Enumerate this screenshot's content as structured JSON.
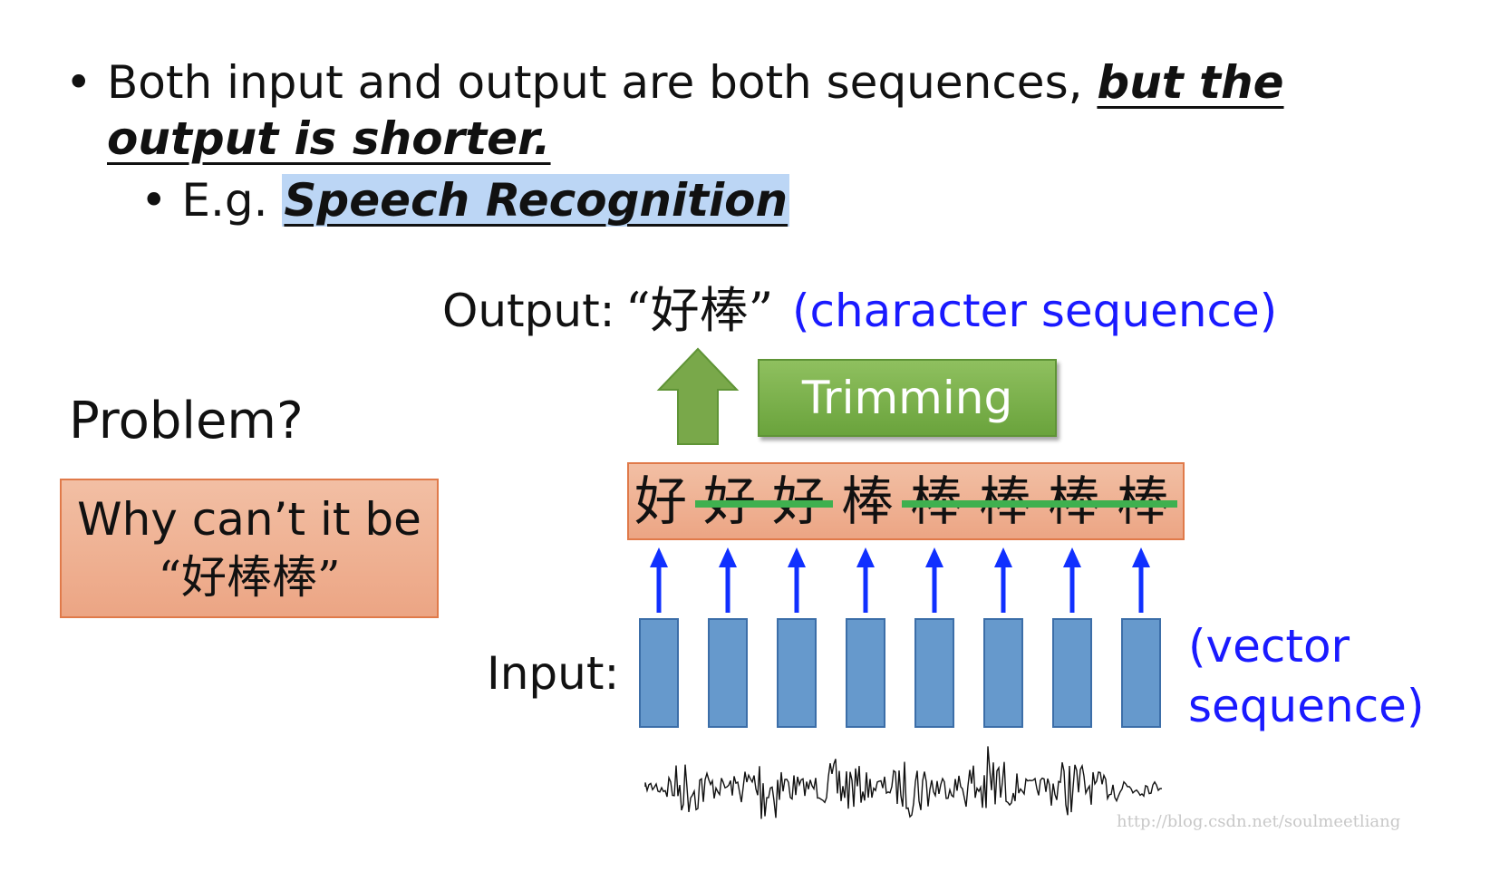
{
  "bullets": {
    "main_plain": "Both input and output are both sequences, ",
    "main_emph": "but the output is shorter.",
    "sub_prefix": "E.g. ",
    "sub_highlight": "Speech Recognition"
  },
  "output": {
    "label": "Output:",
    "chars": "“好棒”",
    "note": "(character sequence)"
  },
  "trimming_label": "Trimming",
  "problem": {
    "title": "Problem?",
    "line1": "Why can’t it be",
    "line2": "“好棒棒”"
  },
  "frame_chars": [
    "好",
    "好",
    "好",
    "棒",
    "棒",
    "棒",
    "棒",
    "棒"
  ],
  "trimmed_flags": [
    false,
    true,
    true,
    false,
    true,
    true,
    true,
    true
  ],
  "input": {
    "label": "Input:",
    "note_line1": "(vector",
    "note_line2": "sequence)"
  },
  "watermark": "http://blog.csdn.net/soulmeetliang",
  "colors": {
    "vector_fill": "#6699cc",
    "arrow_blue": "#1030ff",
    "up_arrow_green": "#79a84a",
    "strike_green": "#3fb04f"
  }
}
